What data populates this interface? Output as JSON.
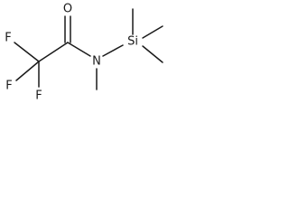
{
  "molecule": {
    "atoms": {
      "oxygen": "O",
      "nitrogen": "N",
      "silicon": "Si",
      "fluorine_1": "F",
      "fluorine_2": "F",
      "fluorine_3": "F"
    }
  }
}
